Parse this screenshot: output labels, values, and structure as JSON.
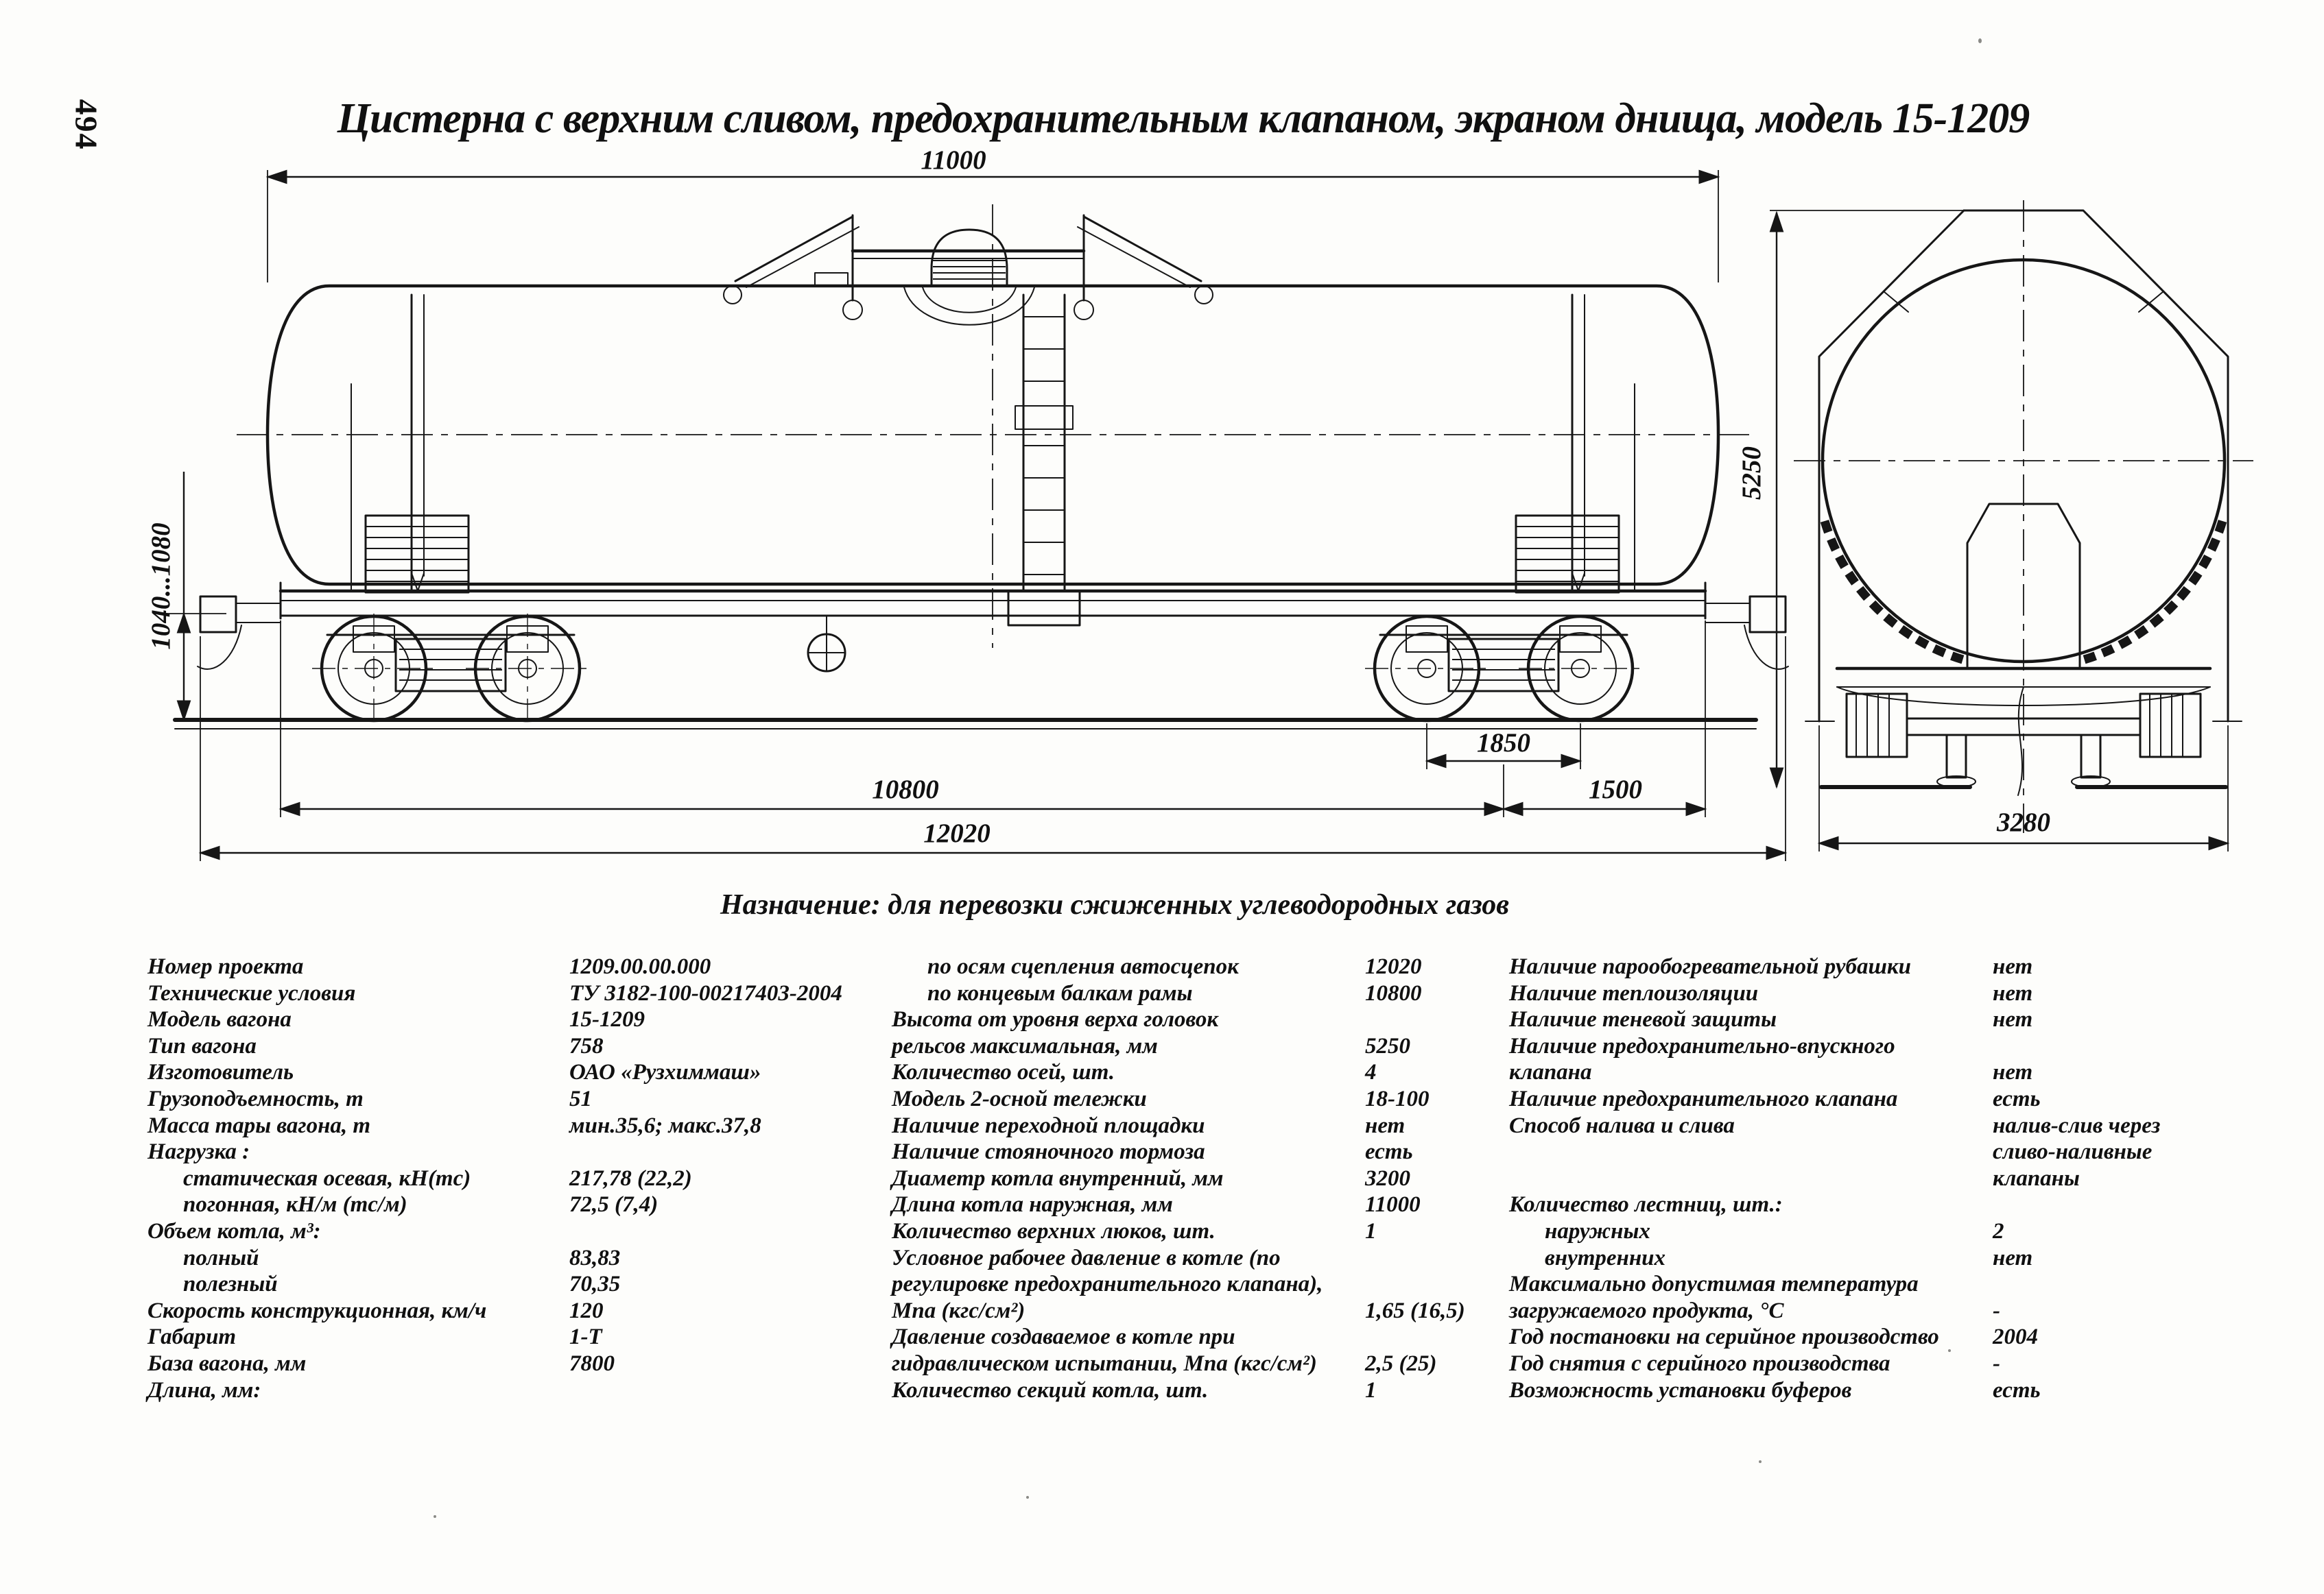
{
  "page": {
    "number": "494"
  },
  "header": {
    "title": "Цистерна с верхним сливом, предохранительным клапаном, экраном днища, модель 15-1209"
  },
  "purpose": {
    "text": "Назначение: для перевозки сжиженных углеводородных газов"
  },
  "drawing": {
    "side_view": {
      "dim_tank_length": "11000",
      "dim_coupler_height": "1040...1080",
      "dim_bogie_wheelbase": "1850",
      "dim_frame_length": "10800",
      "dim_bogie_overhang": "1500",
      "dim_coupling_length": "12020"
    },
    "end_view": {
      "dim_height": "5250",
      "dim_width": "3280"
    }
  },
  "specs": {
    "columns": [
      {
        "rows": [
          {
            "label": "Номер проекта",
            "value": "1209.00.00.000"
          },
          {
            "label": "Технические условия",
            "value": "ТУ 3182-100-00217403-2004"
          },
          {
            "label": "Модель вагона",
            "value": "15-1209"
          },
          {
            "label": "Тип вагона",
            "value": "758"
          },
          {
            "label": "Изготовитель",
            "value": "ОАО «Рузхиммаш»"
          },
          {
            "label": "Грузоподъемность, т",
            "value": "51"
          },
          {
            "label": "Масса тары вагона, т",
            "value": "мин.35,6; макс.37,8"
          },
          {
            "label": "Нагрузка :",
            "value": ""
          },
          {
            "label": "статическая осевая, кН(тс)",
            "value": "217,78 (22,2)",
            "indent": true
          },
          {
            "label": "погонная, кН/м (тс/м)",
            "value": "72,5 (7,4)",
            "indent": true
          },
          {
            "label": "Объем котла, м³:",
            "value": ""
          },
          {
            "label": "полный",
            "value": "83,83",
            "indent": true
          },
          {
            "label": "полезный",
            "value": "70,35",
            "indent": true
          },
          {
            "label": "Скорость конструкционная, км/ч",
            "value": "120"
          },
          {
            "label": "Габарит",
            "value": "1-Т"
          },
          {
            "label": "База вагона, мм",
            "value": "7800"
          },
          {
            "label": "Длина, мм:",
            "value": ""
          }
        ]
      },
      {
        "rows": [
          {
            "label": "по осям сцепления автосцепок",
            "value": "12020",
            "indent": true
          },
          {
            "label": "по концевым балкам рамы",
            "value": "10800",
            "indent": true
          },
          {
            "label": "Высота от уровня верха головок",
            "value": ""
          },
          {
            "label": "рельсов максимальная, мм",
            "value": "5250"
          },
          {
            "label": "Количество осей, шт.",
            "value": "4"
          },
          {
            "label": "Модель 2-осной тележки",
            "value": "18-100"
          },
          {
            "label": "Наличие переходной площадки",
            "value": "нет"
          },
          {
            "label": "Наличие стояночного тормоза",
            "value": "есть"
          },
          {
            "label": "Диаметр котла внутренний, мм",
            "value": "3200"
          },
          {
            "label": "Длина котла наружная, мм",
            "value": "11000"
          },
          {
            "label": "Количество верхних люков, шт.",
            "value": "1"
          },
          {
            "label": "Условное рабочее давление в котле (по",
            "value": ""
          },
          {
            "label": "регулировке предохранительного клапана),",
            "value": ""
          },
          {
            "label": "Мпа (кгс/см²)",
            "value": "1,65 (16,5)"
          },
          {
            "label": "Давление создаваемое в котле при",
            "value": ""
          },
          {
            "label": "гидравлическом испытании, Мпа (кгс/см²)",
            "value": "2,5 (25)"
          },
          {
            "label": "Количество секций котла, шт.",
            "value": "1"
          }
        ]
      },
      {
        "rows": [
          {
            "label": "Наличие парообогревательной рубашки",
            "value": "нет"
          },
          {
            "label": "Наличие теплоизоляции",
            "value": "нет"
          },
          {
            "label": "Наличие теневой защиты",
            "value": "нет"
          },
          {
            "label": "Наличие предохранительно-впускного",
            "value": ""
          },
          {
            "label": "клапана",
            "value": "нет"
          },
          {
            "label": "Наличие предохранительного клапана",
            "value": "есть"
          },
          {
            "label": "Способ налива и слива",
            "value": "налив-слив через"
          },
          {
            "label": "",
            "value": "сливо-наливные"
          },
          {
            "label": "",
            "value": "клапаны"
          },
          {
            "label": "Количество лестниц, шт.:",
            "value": ""
          },
          {
            "label": "наружных",
            "value": "2",
            "indent": true
          },
          {
            "label": "внутренних",
            "value": "нет",
            "indent": true
          },
          {
            "label": "Максимально допустимая температура",
            "value": ""
          },
          {
            "label": "загружаемого продукта, °С",
            "value": "-"
          },
          {
            "label": "Год постановки на серийное производство",
            "value": "2004"
          },
          {
            "label": "Год снятия с серийного производства",
            "value": "-"
          },
          {
            "label": "Возможность установки буферов",
            "value": "есть"
          }
        ]
      }
    ]
  }
}
